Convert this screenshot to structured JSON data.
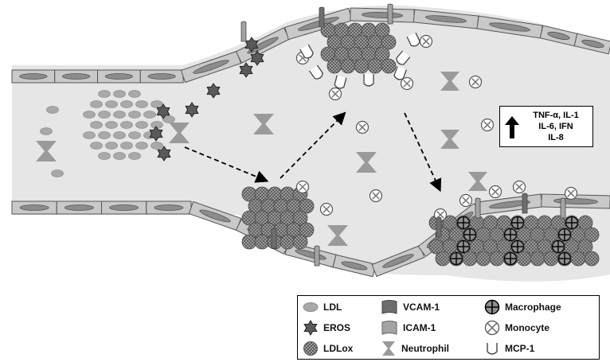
{
  "cytokines": {
    "line1": "TNF-α, IL-1",
    "line2": "IL-6, IFN",
    "line3": "IL-8",
    "arrow_icon": "up-arrow-icon"
  },
  "legend": {
    "ldl": "LDL",
    "eros": "EROS",
    "ldlox": "LDLox",
    "vcam1": "VCAM-1",
    "icam1": "ICAM-1",
    "neutrophil": "Neutrophil",
    "macrophage": "Macrophage",
    "monocyte": "Monocyte",
    "mcp1": "MCP-1"
  },
  "colors": {
    "lumen": "#e6e6e6",
    "cell_fill": "#c9c9c9",
    "cell_nucleus": "#8c8c8c",
    "ldl": "#a9a9a9",
    "eros": "#5a5a5a",
    "ldlox": "#8a8a8a",
    "neutrophil": "#9a9a9a",
    "receptor": "#8f8f8f"
  }
}
